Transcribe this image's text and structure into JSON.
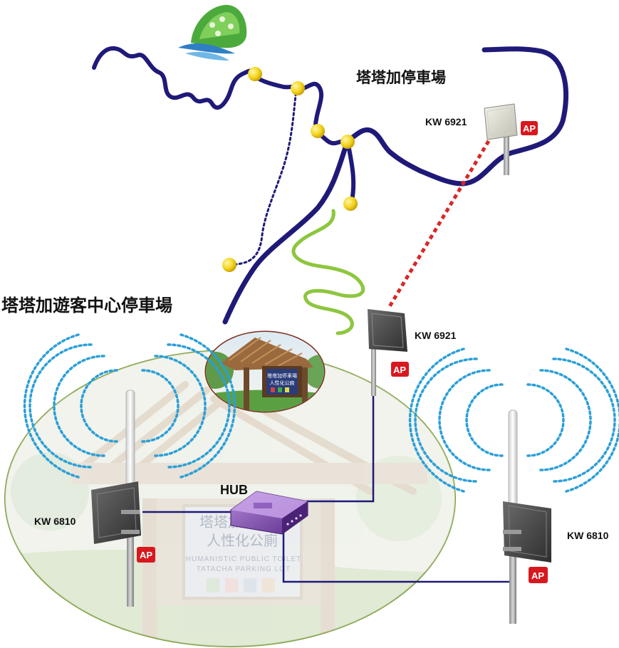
{
  "labels": {
    "visitor_center_parking": "塔塔加遊客中心停車場",
    "tataka_parking": "塔塔加停車場",
    "hub": "HUB"
  },
  "devices": {
    "kw6921_remote": "KW 6921",
    "kw6921_local": "KW 6921",
    "kw6810_left": "KW 6810",
    "kw6810_right": "KW 6810"
  },
  "badges": {
    "ap": "AP"
  },
  "sign": {
    "title_line1": "塔塔加停車場",
    "title_line2": "人性化公廁",
    "english_line1": "HUMANISTIC PUBLIC TOILET",
    "english_line2": "TATACHA PARKING LOT"
  },
  "colors": {
    "road": "#1f1a78",
    "trail_green": "#8dc63f",
    "link_red": "#d62828",
    "wifi_blue": "#2a9fd8",
    "ellipse_border": "#7a9a3a",
    "ap_badge": "#d7191f",
    "poi_yellow": "#f2d41a"
  },
  "icons": {
    "mountain_park_logo": "mountain-logo-icon",
    "pavilion_photo": "pavilion-photo",
    "hub_device": "hub-device-icon",
    "panel_antenna": "panel-antenna-icon",
    "omni_antenna": "omni-antenna-icon"
  }
}
